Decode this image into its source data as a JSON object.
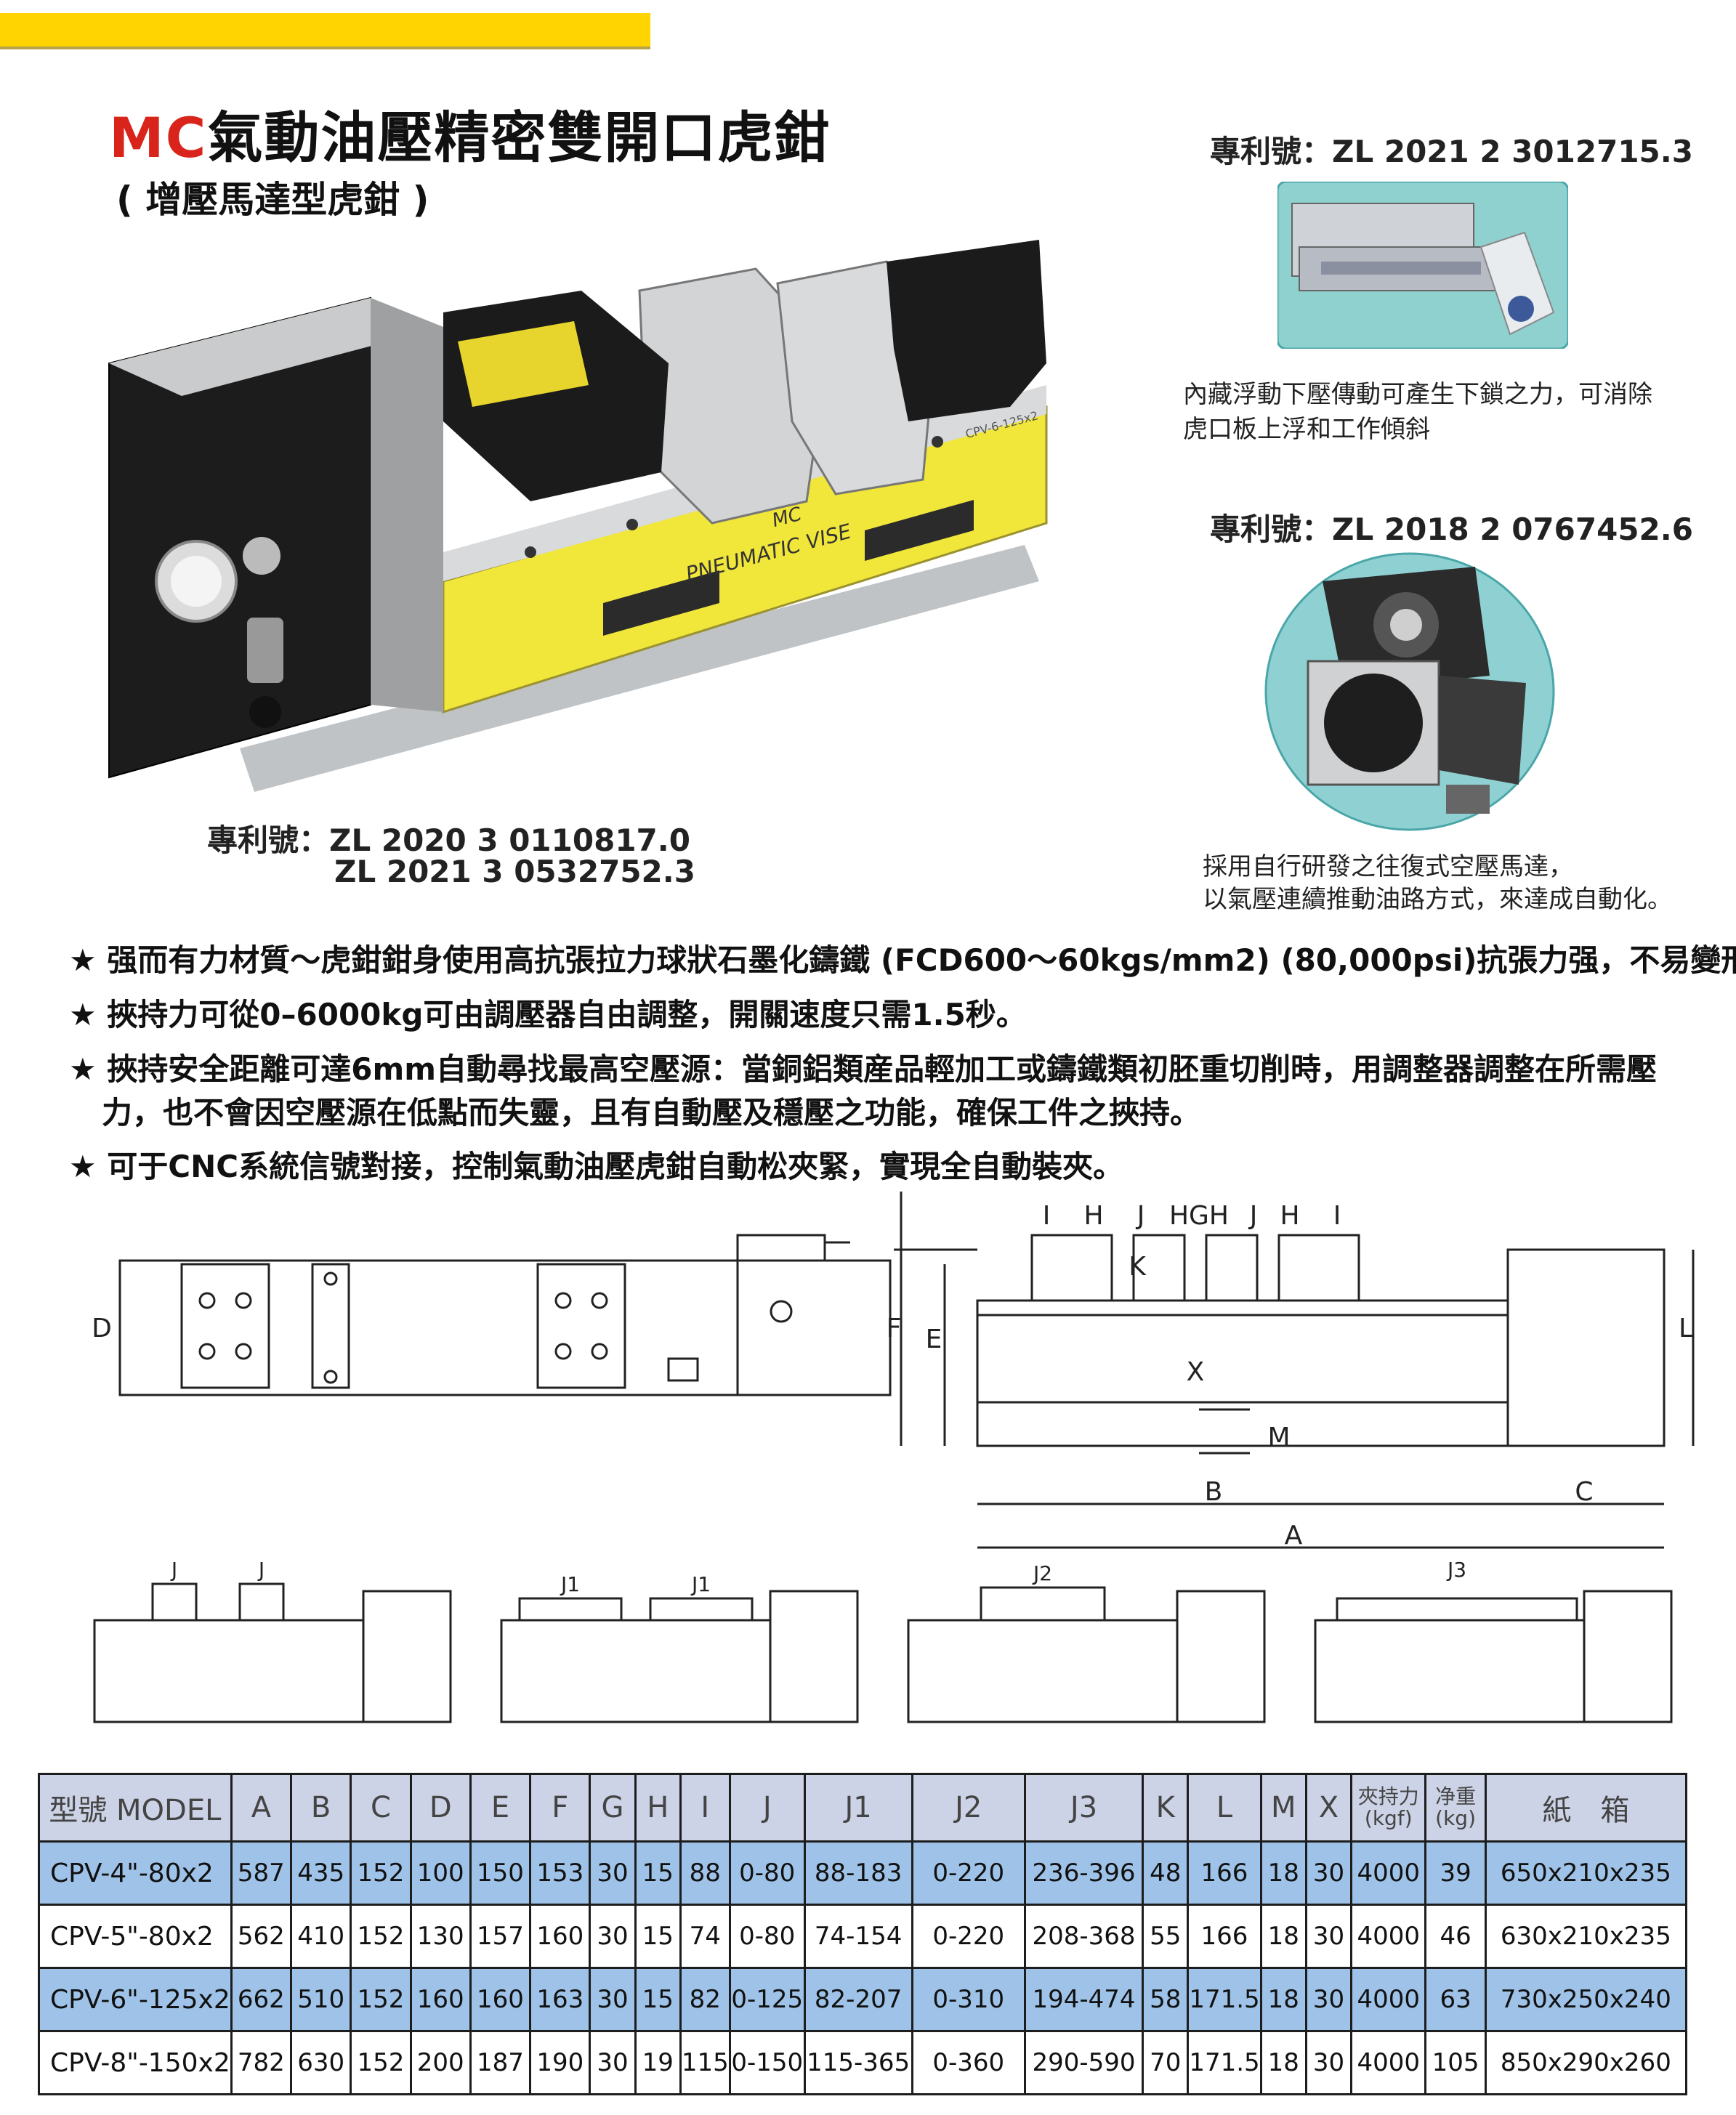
{
  "header": {
    "title_prefix": "MC",
    "title_main": "氣動油壓精密雙開口虎鉗",
    "subtitle": "( 增壓馬達型虎鉗 )"
  },
  "patents": {
    "p1": "專利號：ZL 2021 2 3012715.3",
    "p2": "專利號：ZL 2018 2 0767452.6",
    "p3_line1": "專利號：ZL 2020 3 0110817.0",
    "p3_line2": "ZL 2021 3 0532752.3"
  },
  "notes": {
    "n1_line1": "內藏浮動下壓傳動可產生下鎖之力，可消除",
    "n1_line2": "虎口板上浮和工作傾斜",
    "n2_line1": "採用自行研發之往復式空壓馬達，",
    "n2_line2": "以氣壓連續推動油路方式，來達成自動化。"
  },
  "product_label": {
    "brand": "MC",
    "name": "PNEUMATIC VISE",
    "model_tag": "CPV-6-125x2"
  },
  "features": [
    "★ 强而有力材質～虎鉗鉗身使用高抗張拉力球狀石墨化鑄鐵 (FCD600～60kgs/mm2) (80,000psi)抗張力强，不易變形。",
    "★ 挾持力可從0–6000kg可由調壓器自由調整，開關速度只需1.5秒。",
    "★ 挾持安全距離可達6mm自動尋找最高空壓源：當銅鋁類産品輕加工或鑄鐵類初胚重切削時，用調整器調整在所需壓",
    "力，也不會因空壓源在低點而失靈，且有自動壓及穩壓之功能，確保工件之挾持。",
    "★ 可于CNC系統信號對接，控制氣動油壓虎鉗自動松夾緊，實現全自動裝夾。"
  ],
  "drawing_labels": {
    "top_row": [
      "I",
      "H",
      "J",
      "HGH",
      "J",
      "H",
      "I"
    ],
    "K": "K",
    "F": "F",
    "E": "E",
    "L": "L",
    "X": "X",
    "M": "M",
    "B": "B",
    "C": "C",
    "A": "A",
    "D": "D",
    "small_J": "J",
    "small_J1": "J1",
    "small_J2": "J2",
    "small_J3": "J3"
  },
  "spec_table": {
    "headers": [
      "型號 MODEL",
      "A",
      "B",
      "C",
      "D",
      "E",
      "F",
      "G",
      "H",
      "I",
      "J",
      "J1",
      "J2",
      "J3",
      "K",
      "L",
      "M",
      "X",
      "夾持力\n(kgf)",
      "净重\n(kg)",
      "紙　箱"
    ],
    "rows": [
      [
        "CPV-4\"-80x2",
        "587",
        "435",
        "152",
        "100",
        "150",
        "153",
        "30",
        "15",
        "88",
        "0-80",
        "88-183",
        "0-220",
        "236-396",
        "48",
        "166",
        "18",
        "30",
        "4000",
        "39",
        "650x210x235"
      ],
      [
        "CPV-5\"-80x2",
        "562",
        "410",
        "152",
        "130",
        "157",
        "160",
        "30",
        "15",
        "74",
        "0-80",
        "74-154",
        "0-220",
        "208-368",
        "55",
        "166",
        "18",
        "30",
        "4000",
        "46",
        "630x210x235"
      ],
      [
        "CPV-6\"-125x2",
        "662",
        "510",
        "152",
        "160",
        "160",
        "163",
        "30",
        "15",
        "82",
        "0-125",
        "82-207",
        "0-310",
        "194-474",
        "58",
        "171.5",
        "18",
        "30",
        "4000",
        "63",
        "730x250x240"
      ],
      [
        "CPV-8\"-150x2",
        "782",
        "630",
        "152",
        "200",
        "187",
        "190",
        "30",
        "19",
        "115",
        "0-150",
        "115-365",
        "0-360",
        "290-590",
        "70",
        "171.5",
        "18",
        "30",
        "4000",
        "105",
        "850x290x260"
      ]
    ]
  },
  "colors": {
    "accent_yellow": "#ffd400",
    "title_red": "#d9241b",
    "row_blue": "#9fc3e8",
    "header_blue": "#ccd3e6"
  }
}
